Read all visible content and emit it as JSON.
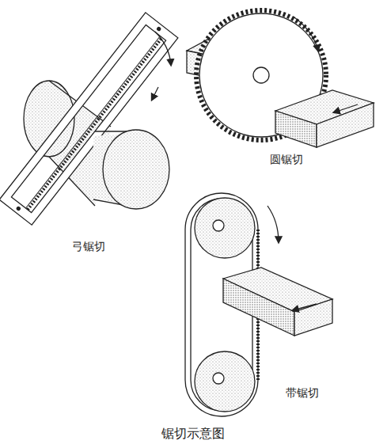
{
  "diagram": {
    "caption": "锯切示意图",
    "labels": [
      "圆锯切",
      "弓锯切",
      "带锯切"
    ]
  }
}
